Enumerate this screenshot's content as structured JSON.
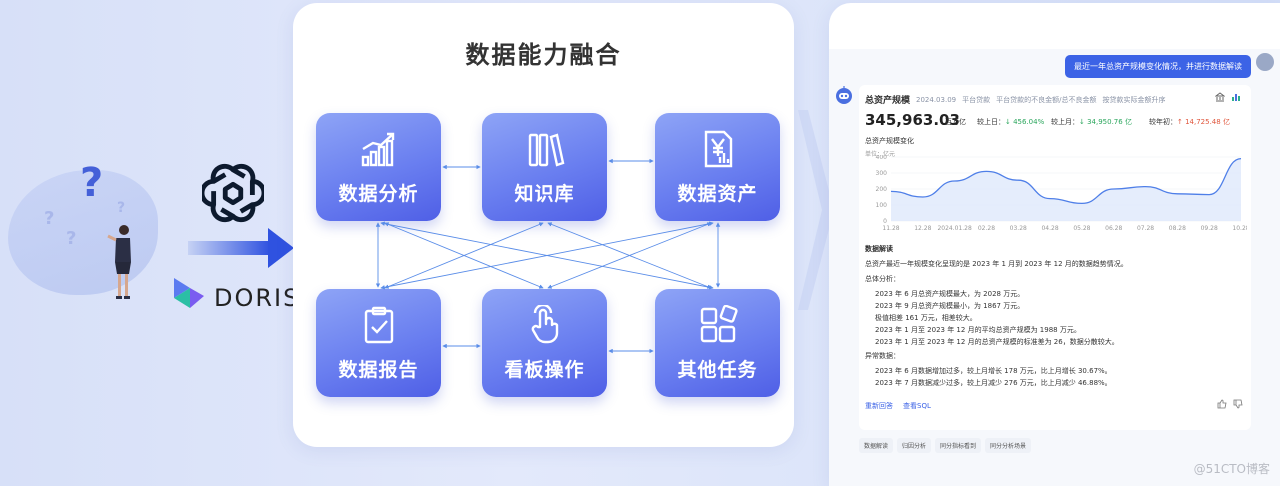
{
  "left": {
    "brand": "DORIS"
  },
  "center": {
    "title": "数据能力融合",
    "tiles": [
      {
        "label": "数据分析",
        "icon": "bar-chart-icon"
      },
      {
        "label": "知识库",
        "icon": "books-icon"
      },
      {
        "label": "数据资产",
        "icon": "asset-document-icon"
      },
      {
        "label": "数据报告",
        "icon": "clipboard-check-icon"
      },
      {
        "label": "看板操作",
        "icon": "hand-pointer-icon"
      },
      {
        "label": "其他任务",
        "icon": "apps-grid-icon"
      }
    ]
  },
  "chat": {
    "user_question": "最近一年总资产规模变化情况，并进行数据解读",
    "card": {
      "title": "总资产规模",
      "date": "2024.03.09",
      "filters": [
        "平台贷款",
        "平台贷款的不良金额/总不良金额",
        "按贷款实际金额升序"
      ],
      "value": "345,963.03",
      "value_unit": "百万亿",
      "cmp_day_label": "较上日：",
      "cmp_day_value": "456.04%",
      "cmp_month_label": "较上月：",
      "cmp_month_value": "34,950.76 亿",
      "cmp_year_label": "较年初：",
      "cmp_year_value": "14,725.48 亿",
      "chart_title": "总资产规模变化",
      "chart_unit": "单位：亿元"
    },
    "analysis": {
      "heading": "数据解读",
      "intro": "总资产最近一年规模变化呈现的是 2023 年 1 月到 2023 年 12 月的数据趋势情况。",
      "overall_label": "总体分析：",
      "overall": [
        "2023 年 6 月总资产规模最大，为 2028 万元。",
        "2023 年 9 月总资产规模最小，为 1867 万元。",
        "极值相差 161 万元，相差较大。",
        "2023 年 1 月至 2023 年 12 月的平均总资产规模为 1988 万元。",
        "2023 年 1 月至 2023 年 12 月的总资产规模的标准差为 26，数据分散较大。"
      ],
      "anomaly_label": "异常数据：",
      "anomalies": [
        "2023 年 6 月数据增加过多，较上月增长 178 万元，比上月增长 30.67%。",
        "2023 年 7 月数据减少过多，较上月减少 276 万元，比上月减少 46.88%。"
      ]
    },
    "actions": [
      "重新回答",
      "查看SQL"
    ],
    "chips": [
      "数据解读",
      "归因分析",
      "同分指标看到",
      "同分分析场景"
    ]
  },
  "watermark": "@51CTO博客",
  "chart_data": {
    "type": "area",
    "title": "总资产规模变化",
    "ylabel": "单位：亿元",
    "x": [
      "11.28",
      "12.28",
      "2024.01.28",
      "02.28",
      "03.28",
      "04.28",
      "05.28",
      "06.28",
      "07.28",
      "08.28",
      "09.28",
      "10.28"
    ],
    "values": [
      185,
      150,
      250,
      310,
      255,
      140,
      110,
      200,
      215,
      170,
      165,
      390
    ],
    "ylim": [
      0,
      400
    ],
    "yticks": [
      0,
      100,
      200,
      300,
      400
    ],
    "grid": true,
    "colors": {
      "line": "#4f7fe8",
      "fill": "#dfe8fb"
    }
  }
}
